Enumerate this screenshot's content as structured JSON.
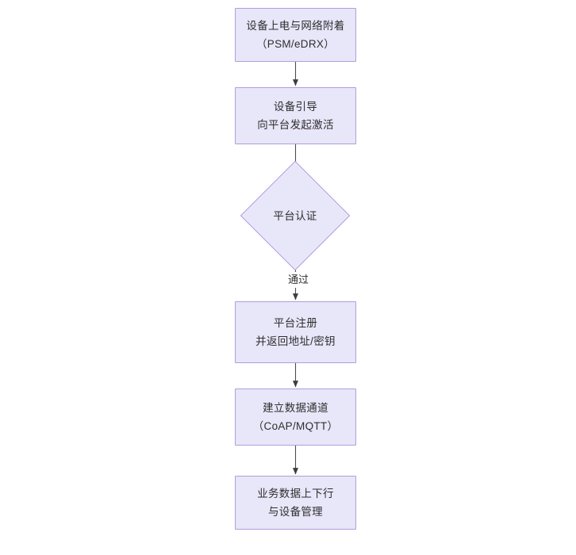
{
  "diagram": {
    "type": "flowchart",
    "orientation": "top-to-bottom",
    "title": "",
    "background_color": "#ffffff",
    "node_fill_color": "#e8e6f9",
    "node_border_color": "#b39ddb",
    "text_color": "#2f2f2f",
    "edge_color": "#4d4d4d",
    "nodes": [
      {
        "id": "n1",
        "shape": "rectangle",
        "line1": "设备上电与网络附着",
        "line2": "（PSM/eDRX）",
        "text": "设备上电与网络附着\n（PSM/eDRX）"
      },
      {
        "id": "n2",
        "shape": "rectangle",
        "line1": "设备引导",
        "line2": "向平台发起激活",
        "text": "设备引导\n向平台发起激活"
      },
      {
        "id": "n3",
        "shape": "diamond",
        "line1": "平台认证",
        "line2": "",
        "text": "平台认证"
      },
      {
        "id": "n4",
        "shape": "rectangle",
        "line1": "平台注册",
        "line2": "并返回地址/密钥",
        "text": "平台注册\n并返回地址/密钥"
      },
      {
        "id": "n5",
        "shape": "rectangle",
        "line1": "建立数据通道",
        "line2": "（CoAP/MQTT）",
        "text": "建立数据通道\n（CoAP/MQTT）"
      },
      {
        "id": "n6",
        "shape": "rectangle",
        "line1": "业务数据上下行",
        "line2": "与设备管理",
        "text": "业务数据上下行\n与设备管理"
      }
    ],
    "edges": [
      {
        "id": "e1",
        "from": "n1",
        "to": "n2",
        "label": ""
      },
      {
        "id": "e2",
        "from": "n2",
        "to": "n3",
        "label": ""
      },
      {
        "id": "e3",
        "from": "n3",
        "to": "n4",
        "label": "通过"
      },
      {
        "id": "e4",
        "from": "n4",
        "to": "n5",
        "label": ""
      },
      {
        "id": "e5",
        "from": "n5",
        "to": "n6",
        "label": ""
      }
    ]
  }
}
